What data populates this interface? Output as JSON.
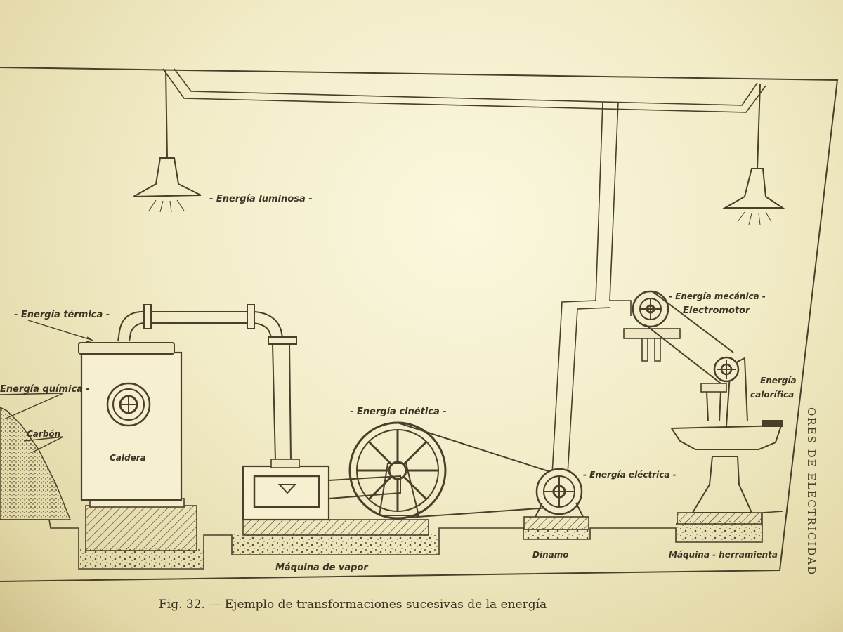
{
  "labels": {
    "luminosa": "- Energía luminosa -",
    "termica": "- Energía térmica -",
    "quimica": "Energía química -",
    "carbon": "Carbón",
    "caldera": "Caldera",
    "cinetica": "- Energía cinética -",
    "mecanica": "- Energía mecánica -",
    "electromotor": "Electromotor",
    "calorifica_1": "Energía",
    "calorifica_2": "calorífica",
    "electrica": "- Energía eléctrica -",
    "maquina_vapor": "Máquina de vapor",
    "dinamo": "Dínamo",
    "maquina_herramienta": "Máquina - herramienta"
  },
  "caption": "Fig. 32. — Ejemplo de transformaciones sucesivas de la energía",
  "spine": "ORES DE ELECTRICIDAD"
}
